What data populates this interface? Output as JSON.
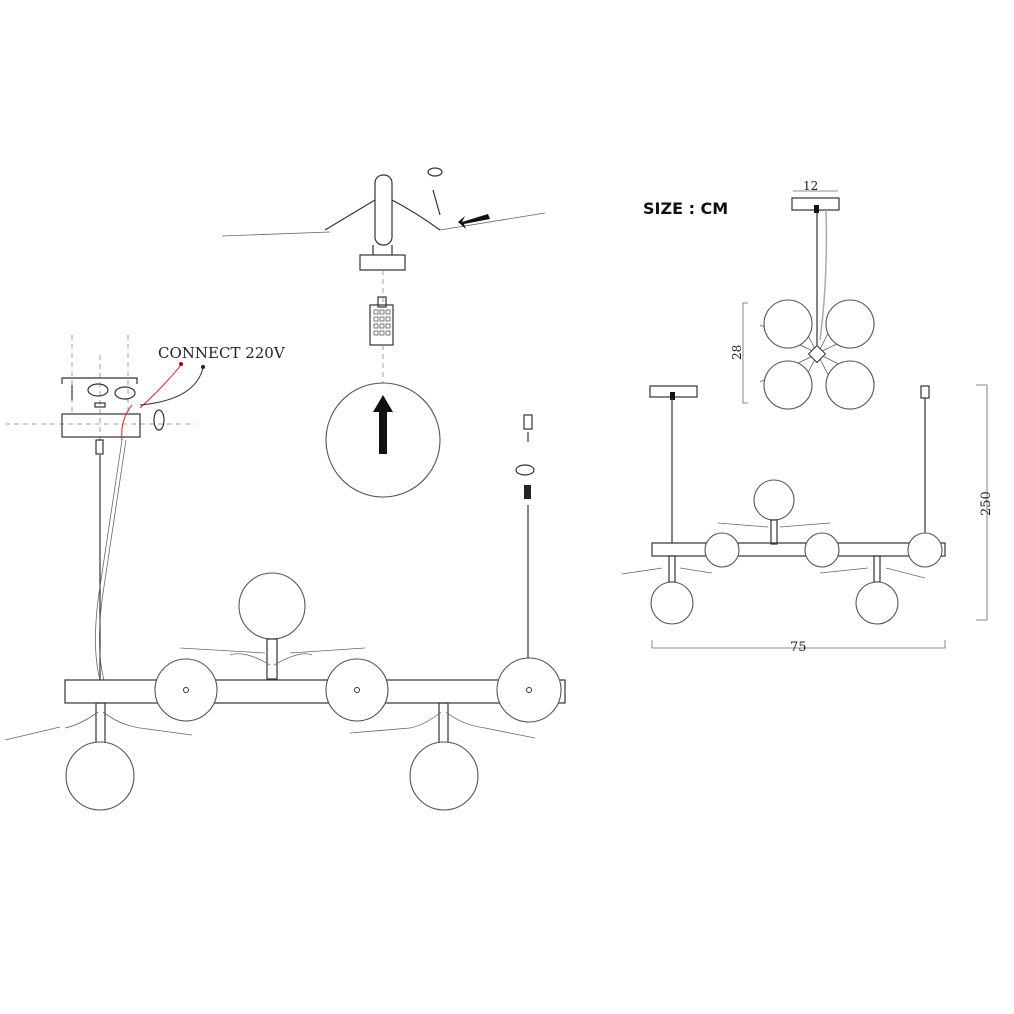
{
  "labels": {
    "connect": "CONNECT 220V",
    "size_unit": "SIZE : CM"
  },
  "dimensions": {
    "canopy_width": "12",
    "top_view_height": "28",
    "total_height": "250",
    "total_length": "75"
  },
  "colors": {
    "live_wire": "#e02020",
    "neutral_wire": "#333333",
    "line": "#333333"
  }
}
